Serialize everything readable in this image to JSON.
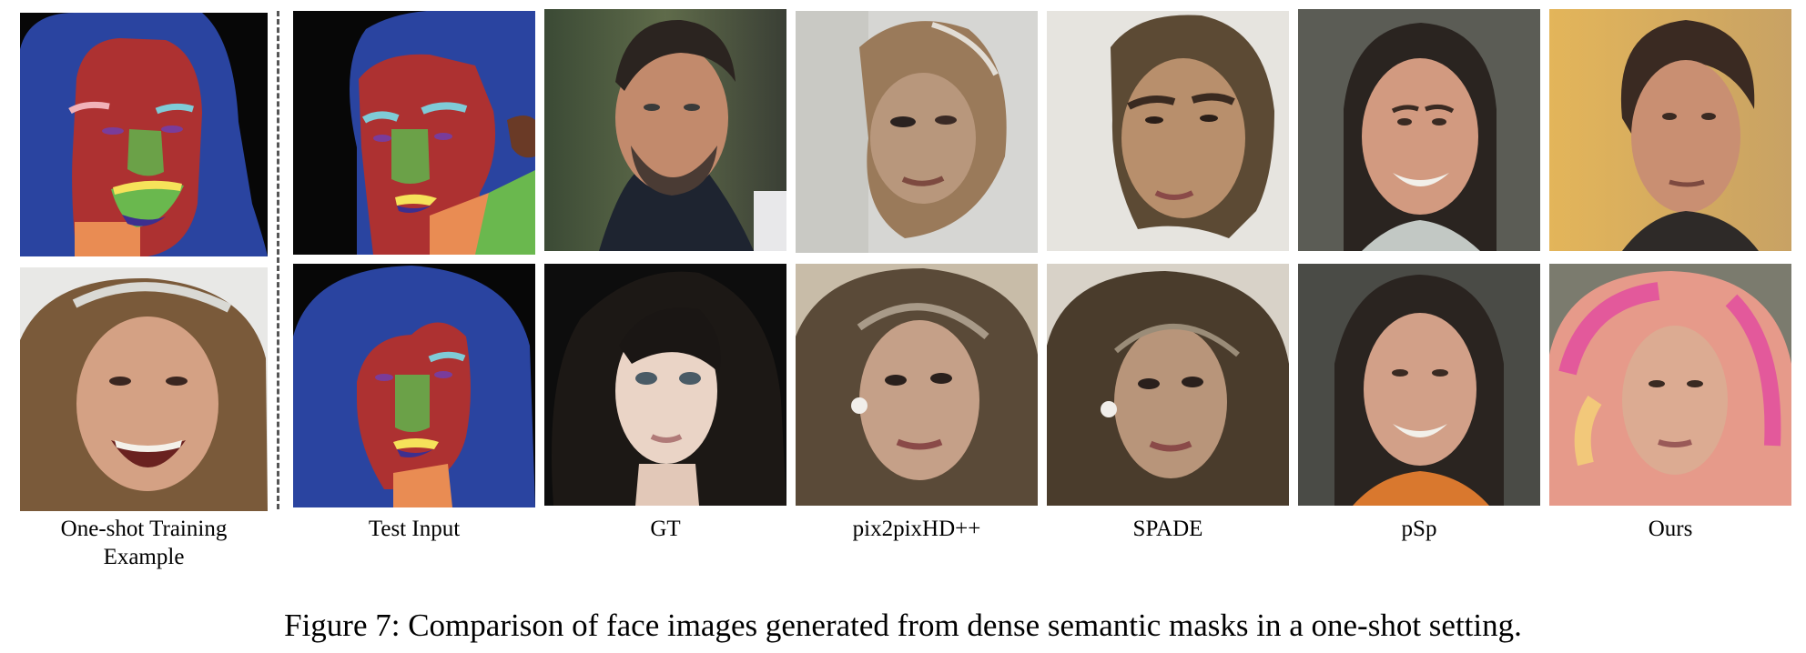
{
  "figure": {
    "columns": [
      {
        "label_line1": "One-shot Training",
        "label_line2": "Example"
      },
      {
        "label_line1": "Test Input"
      },
      {
        "label_line1": "GT"
      },
      {
        "label_line1": "pix2pixHD++"
      },
      {
        "label_line1": "SPADE"
      },
      {
        "label_line1": "pSp"
      },
      {
        "label_line1": "Ours"
      }
    ],
    "caption": "Figure 7: Comparison of face images generated from dense semantic masks in a one-shot setting."
  }
}
